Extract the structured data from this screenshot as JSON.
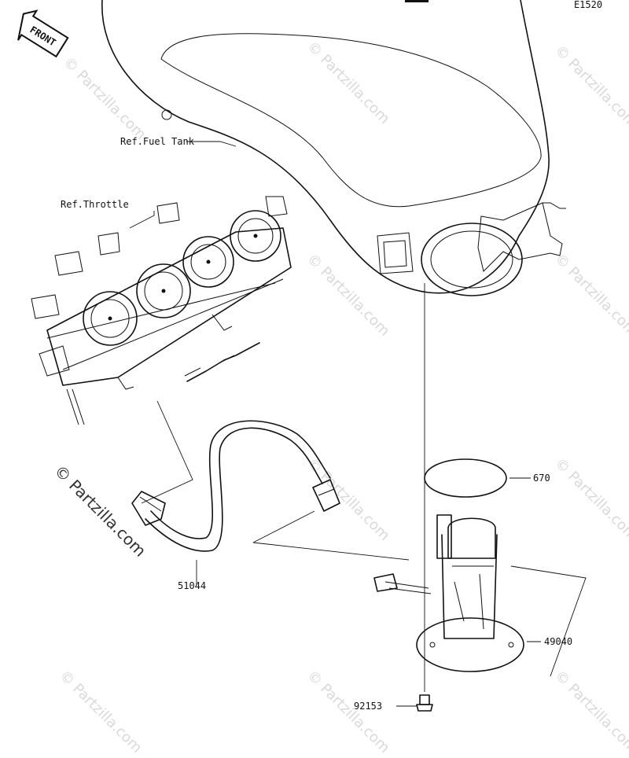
{
  "figure_code": "E1520",
  "front_tag": "FRONT",
  "watermark": "© Partzilla.com",
  "labels": {
    "fuel_tank": "Ref.Fuel Tank",
    "throttle": "Ref.Throttle",
    "gasket": "670",
    "hose": "51044",
    "pump": "49040",
    "bolt": "92153"
  }
}
